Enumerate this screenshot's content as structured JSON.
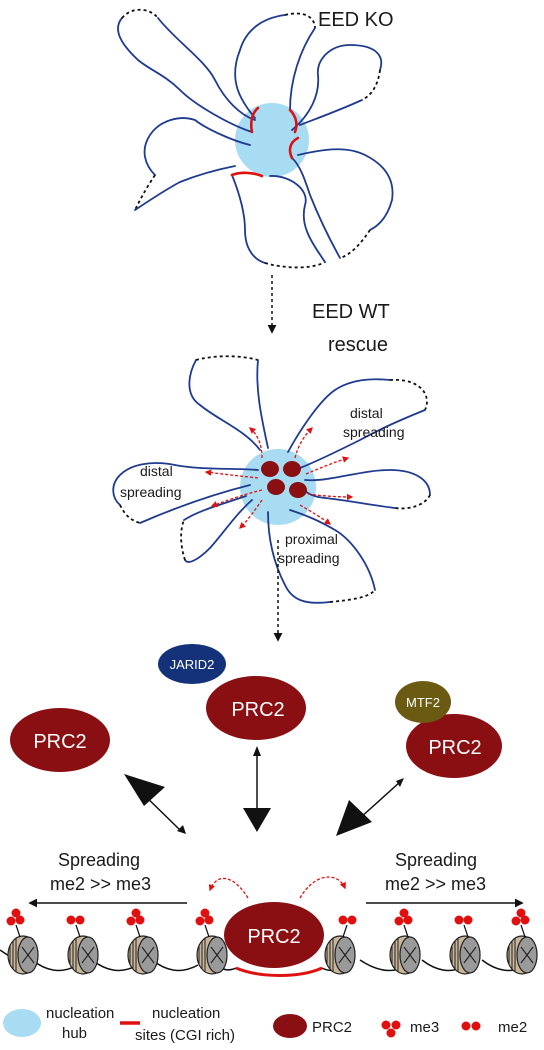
{
  "panel_top": {
    "title": "EED KO"
  },
  "panel_middle": {
    "title_line1": "EED WT",
    "title_line2": "rescue",
    "distal_right_line1": "distal",
    "distal_right_line2": "spreading",
    "distal_left_line1": "distal",
    "distal_left_line2": "spreading",
    "proximal_line1": "proximal",
    "proximal_line2": "spreading"
  },
  "complexes": {
    "prc2_left": "PRC2",
    "jarid2": "JARID2",
    "prc2_jarid2": "PRC2",
    "mtf2": "MTF2",
    "prc2_mtf2": "PRC2",
    "prc2_center": "PRC2"
  },
  "spreading": {
    "left_line1": "Spreading",
    "left_line2": "me2 >> me3",
    "right_line1": "Spreading",
    "right_line2": "me2 >> me3"
  },
  "legend": {
    "hub_line1": "nucleation",
    "hub_line2": "hub",
    "sites_line1": "nucleation",
    "sites_line2": "sites (CGI rich)",
    "prc2": "PRC2",
    "me3": "me3",
    "me2": "me2"
  },
  "colors": {
    "hub": "#a8dcf2",
    "prc2": "#8a0f12",
    "jarid2": "#14327a",
    "mtf2": "#6b5a12",
    "nucleation_site": "#e01010",
    "chromatin": "#1f3b8f"
  }
}
